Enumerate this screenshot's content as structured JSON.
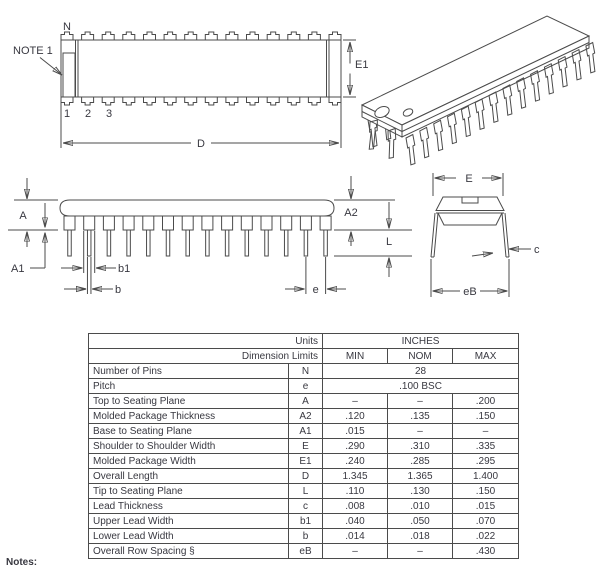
{
  "colors": {
    "background": "#ffffff",
    "line": "#4b4b4b",
    "text": "#383840"
  },
  "drawings": {
    "top_view": {
      "n_label": "N",
      "note_label": "NOTE 1",
      "pin_numbers": [
        "1",
        "2",
        "3"
      ],
      "dims": {
        "d": "D",
        "e1": "E1"
      }
    },
    "side_view": {
      "dims": {
        "a": "A",
        "a1": "A1",
        "a2": "A2",
        "l": "L",
        "b1": "b1",
        "b": "b",
        "e": "e"
      }
    },
    "end_view": {
      "dims": {
        "e": "E",
        "c": "c",
        "eb": "eB"
      }
    }
  },
  "table": {
    "units_label": "Units",
    "inches_label": "INCHES",
    "dimension_limits_label": "Dimension Limits",
    "col_headers": {
      "min": "MIN",
      "nom": "NOM",
      "max": "MAX"
    },
    "rows": [
      {
        "name": "Number of Pins",
        "symbol": "N",
        "span": "28"
      },
      {
        "name": "Pitch",
        "symbol": "e",
        "span": ".100 BSC"
      },
      {
        "name": "Top to Seating Plane",
        "symbol": "A",
        "min": "–",
        "nom": "–",
        "max": ".200"
      },
      {
        "name": "Molded Package Thickness",
        "symbol": "A2",
        "min": ".120",
        "nom": ".135",
        "max": ".150"
      },
      {
        "name": "Base to Seating Plane",
        "symbol": "A1",
        "min": ".015",
        "nom": "–",
        "max": "–"
      },
      {
        "name": "Shoulder to Shoulder Width",
        "symbol": "E",
        "min": ".290",
        "nom": ".310",
        "max": ".335"
      },
      {
        "name": "Molded Package Width",
        "symbol": "E1",
        "min": ".240",
        "nom": ".285",
        "max": ".295"
      },
      {
        "name": "Overall Length",
        "symbol": "D",
        "min": "1.345",
        "nom": "1.365",
        "max": "1.400"
      },
      {
        "name": "Tip to Seating Plane",
        "symbol": "L",
        "min": ".110",
        "nom": ".130",
        "max": ".150"
      },
      {
        "name": "Lead Thickness",
        "symbol": "c",
        "min": ".008",
        "nom": ".010",
        "max": ".015"
      },
      {
        "name": "Upper Lead Width",
        "symbol": "b1",
        "min": ".040",
        "nom": ".050",
        "max": ".070"
      },
      {
        "name": "Lower Lead Width",
        "symbol": "b",
        "min": ".014",
        "nom": ".018",
        "max": ".022"
      },
      {
        "name": "Overall Row Spacing §",
        "symbol": "eB",
        "min": "–",
        "nom": "–",
        "max": ".430"
      }
    ]
  },
  "notes_label": "Notes:"
}
